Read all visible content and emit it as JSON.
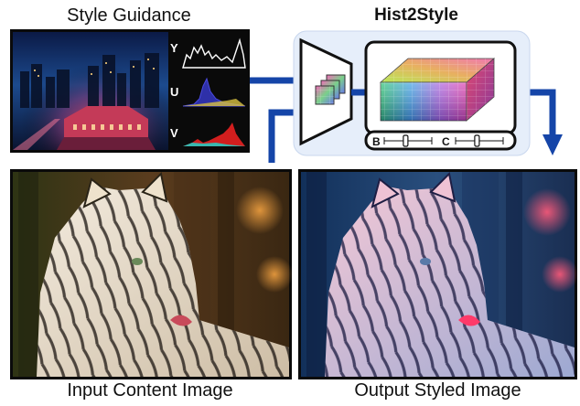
{
  "style_guidance": {
    "title": "Style Guidance",
    "histograms": [
      {
        "channel": "Y",
        "color": "#ffffff"
      },
      {
        "channel": "U",
        "color": "#3a3ab8"
      },
      {
        "channel": "V",
        "color": "#d42020"
      }
    ]
  },
  "model": {
    "title": "Hist2Style",
    "sliders": [
      {
        "label": "B",
        "value": 0.45
      },
      {
        "label": "C",
        "value": 0.45
      }
    ]
  },
  "images": {
    "input_caption": "Input Content Image",
    "output_caption": "Output Styled Image"
  },
  "colors": {
    "arrow": "#1545a8",
    "panel": "#e6eefa"
  }
}
